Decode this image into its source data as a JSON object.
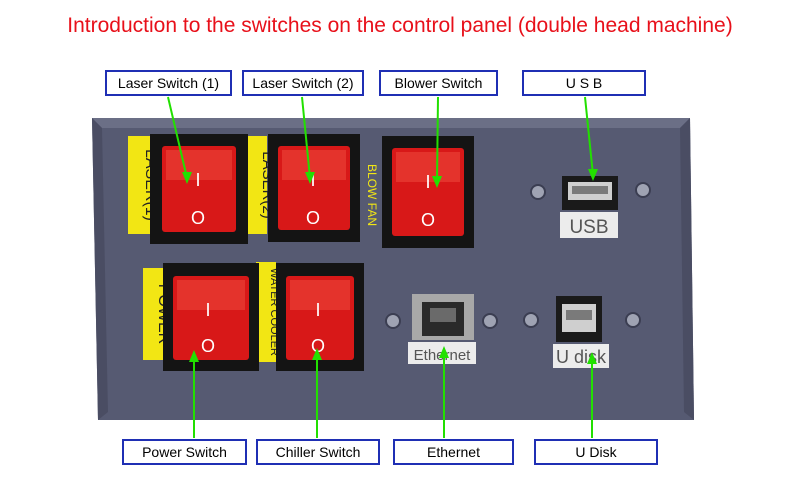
{
  "title": "Introduction to the switches on the control panel (double head machine)",
  "callouts": {
    "laser1": "Laser Switch (1)",
    "laser2": "Laser Switch (2)",
    "blower": "Blower Switch",
    "usb": "U S B",
    "power": "Power Switch",
    "chiller": "Chiller Switch",
    "ethernet": "Ethernet",
    "udisk": "U Disk"
  },
  "panel_labels": {
    "laser1": "LASER(1)",
    "laser2": "LASER(2)",
    "blowfan": "BLOW FAN",
    "power": "POWER",
    "watercooler": "WATER COOLER",
    "usb_port": "USB",
    "ethernet_port": "Ethernet",
    "udisk_port": "U disk"
  },
  "switch_symbols": {
    "on": "I",
    "off": "O"
  },
  "colors": {
    "title": "#e8101a",
    "callout_border": "#1f2fb4",
    "pointer": "#22e000",
    "panel": "#565a72",
    "switch": "#d81818",
    "label_tape": "#f2e614"
  }
}
